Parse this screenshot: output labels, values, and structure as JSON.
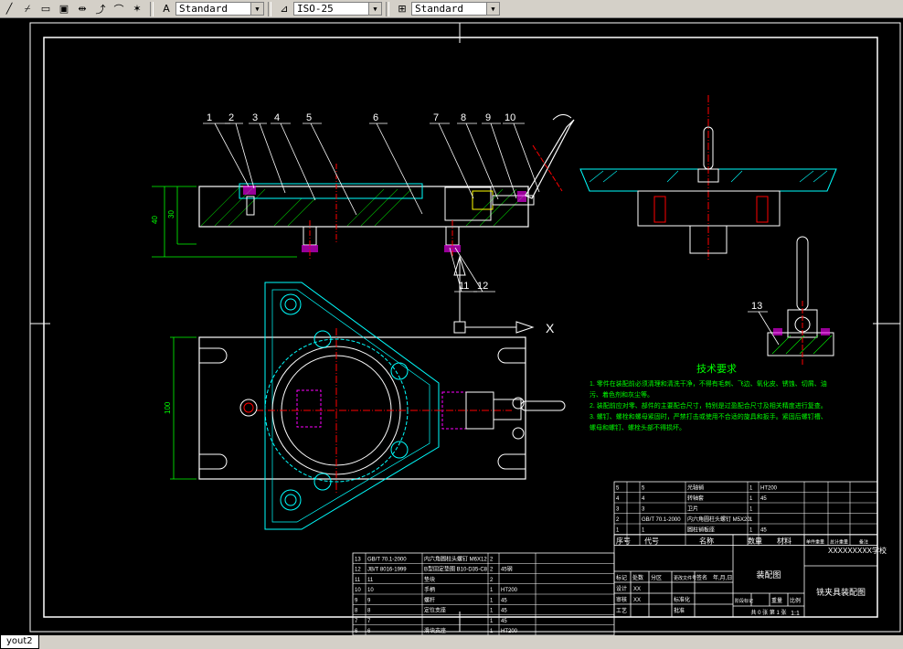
{
  "toolbar": {
    "text_style": "Standard",
    "dim_style": "ISO-25",
    "table_style": "Standard"
  },
  "layout_tab": "yout2",
  "drawing": {
    "balloons": [
      "1",
      "2",
      "3",
      "4",
      "5",
      "6",
      "7",
      "8",
      "9",
      "10",
      "11",
      "12",
      "13"
    ],
    "dim_40": "40",
    "dim_30": "30",
    "dim_100": "100",
    "axis_x": "X",
    "tech_title": "技术要求",
    "tech_lines": [
      "1. 零件在装配前必须清理和清洗干净，不得有毛刺、飞边、氧化皮、锈蚀、切屑、油",
      "污、着色剂和灰尘等。",
      "2. 装配前应对零、部件的主要配合尺寸，特别是过盈配合尺寸及相关精度进行复查。",
      "3. 螺钉、螺栓和螺母紧固时，严禁打击或使用不合适的旋具和扳手。紧固后螺钉槽、",
      "螺母和螺钉、螺栓头部不得损坏。"
    ]
  },
  "bom_right": {
    "rows": [
      [
        "5",
        "5",
        "",
        "光轴销",
        "1",
        "HT200"
      ],
      [
        "4",
        "4",
        "",
        "转轴套",
        "1",
        "45"
      ],
      [
        "3",
        "3",
        "",
        "卫片",
        "1",
        ""
      ],
      [
        "2",
        "GB/T 70.1-2000",
        "",
        "内六角圆柱头螺钉 M5X20",
        "1",
        ""
      ],
      [
        "1",
        "1",
        "",
        "圆柱销板座",
        "1",
        "45"
      ]
    ],
    "header": [
      "序号",
      "代号",
      "名称",
      "数量",
      "材料",
      "单件重量",
      "总计重量",
      "备注"
    ]
  },
  "bom_left": {
    "rows": [
      [
        "13",
        "GB/T 70.1-2000",
        "内六角圆柱头螺钉 M6X12",
        "2",
        ""
      ],
      [
        "12",
        "JB/T 8016-1999",
        "B型固定垫圈 B10-D35-C8",
        "2",
        "45钢"
      ],
      [
        "11",
        "11",
        "垫块",
        "2",
        ""
      ],
      [
        "10",
        "10",
        "手柄",
        "1",
        "HT200"
      ],
      [
        "9",
        "9",
        "螺杆",
        "1",
        "45"
      ],
      [
        "8",
        "8",
        "定位支座",
        "1",
        "45"
      ],
      [
        "7",
        "7",
        "",
        "1",
        "45"
      ],
      [
        "6",
        "6",
        "滑块支座",
        "1",
        "HT200"
      ]
    ]
  },
  "title_block": {
    "school": "XXXXXXXXX学校",
    "drawing_type": "装配图",
    "drawing_name": "铣夹具装配图",
    "scale": "1:1",
    "sheets": "共 0 张 第 1 张",
    "row_labels": [
      "标记",
      "设计",
      "审核",
      "工艺"
    ],
    "reviewer": "XX",
    "designer": "XX",
    "col_labels": [
      "处数",
      "分区",
      "更改文件号",
      "签名",
      "年,月,日"
    ],
    "standard": "标准化",
    "approve": "批准",
    "stage_labels": [
      "阶段标记",
      "重量",
      "比例"
    ]
  },
  "colors": {
    "cyan": "#00ffff",
    "green": "#00ff00",
    "red": "#ff0000",
    "magenta": "#ff00ff",
    "white": "#ffffff",
    "yellow": "#ffff00"
  }
}
